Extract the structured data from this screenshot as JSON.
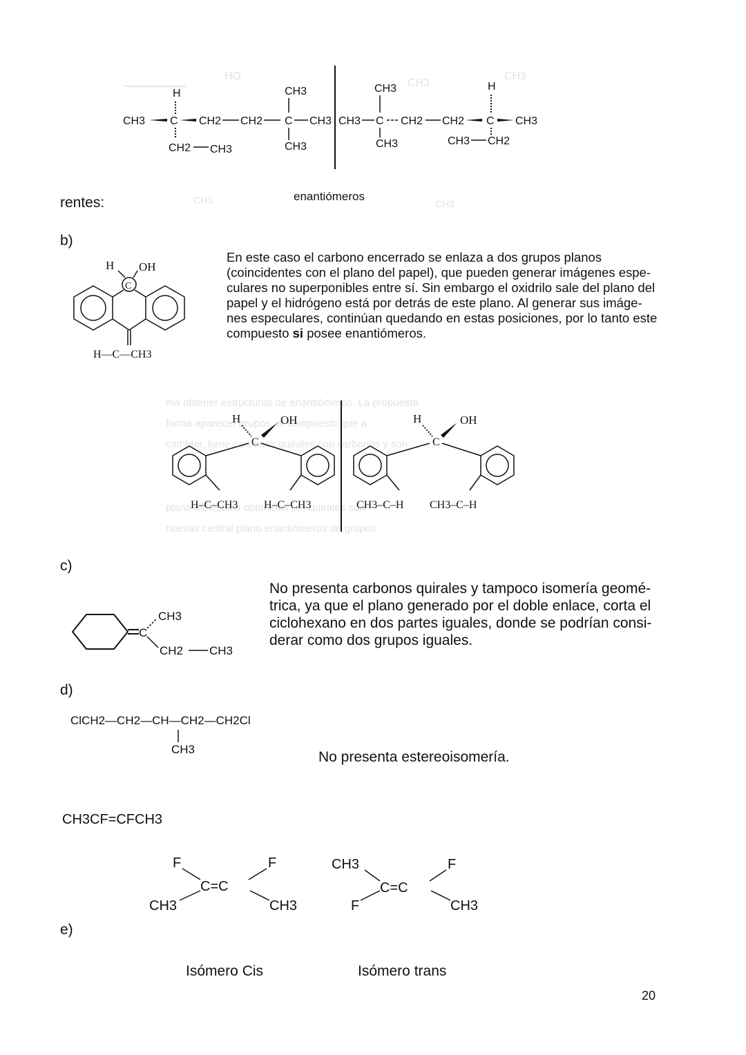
{
  "labels": {
    "rentes": "rentes:",
    "b": "b)",
    "c": "c)",
    "d": "d)",
    "e": "e)"
  },
  "section_a": {
    "enantiomers_caption": "enantiómeros",
    "left": {
      "h": "H",
      "ch3_left": "CH3",
      "c1": "C",
      "ch2_a": "CH2",
      "ch2_b": "CH2",
      "c2": "C",
      "ch3_right": "CH3",
      "ch3_top": "CH3",
      "ch3_bottom": "CH3",
      "ethyl_ch2": "CH2",
      "ethyl_ch3": "CH3"
    },
    "right": {
      "ch3_left": "CH3",
      "c1": "C",
      "ch3_top": "CH3",
      "ch3_bottom": "CH3",
      "ch2_a": "CH2",
      "ch2_b": "CH2",
      "c2": "C",
      "ch3_right": "CH3",
      "h": "H",
      "ethyl_ch3": "CH3",
      "ethyl_ch2": "CH2"
    }
  },
  "section_b": {
    "paragraph_lines": [
      "En este caso el carbono encerrado se enlaza a dos grupos planos",
      "(coincidentes con el plano del papel), que pueden generar imágenes espe-",
      "culares no superponibles entre sí. Sin embargo el oxidrilo sale del plano del",
      "papel y el hidrógeno está por detrás de este plano. Al generar sus imáge-",
      "nes especulares, continúan quedando en estas posiciones, por lo tanto este"
    ],
    "last_line_before": "compuesto ",
    "last_line_bold": "si",
    "last_line_after": " posee enantiómeros.",
    "molecule": {
      "h": "H",
      "oh": "OH",
      "c": "C",
      "bottom": "H—C—CH3"
    },
    "pair": {
      "h1": "H",
      "oh1": "OH",
      "c1": "C",
      "left1": "H–C–CH3",
      "right1": "H–C–CH3",
      "h2": "H",
      "oh2": "OH",
      "c2": "C",
      "left2": "CH3–C–H",
      "right2": "CH3–C–H"
    }
  },
  "section_c": {
    "paragraph_lines": [
      "No presenta carbonos quirales y tampoco isomería geomé-",
      "trica, ya que el plano generado por el doble enlace, corta el",
      "ciclohexano en dos partes iguales, donde se podrían consi-",
      "derar como dos grupos iguales."
    ],
    "molecule": {
      "c": "C",
      "ch3": "CH3",
      "ch2": "CH2",
      "ch3b": "CH3"
    }
  },
  "section_d": {
    "formula_main": "ClCH2—CH2—CH—CH2—CH2Cl",
    "formula_sub": "CH3",
    "statement": "No presenta estereoisomería."
  },
  "section_e": {
    "formula": "CH3CF=CFCH3",
    "cis": {
      "f1": "F",
      "f2": "F",
      "c": "C=C",
      "ch3a": "CH3",
      "ch3b": "CH3"
    },
    "trans": {
      "ch3a": "CH3",
      "f1": "F",
      "c": "C=C",
      "f2": "F",
      "ch3b": "CH3"
    },
    "cis_label": "Isómero Cis",
    "trans_label": "Isómero trans"
  },
  "page_number": "20"
}
